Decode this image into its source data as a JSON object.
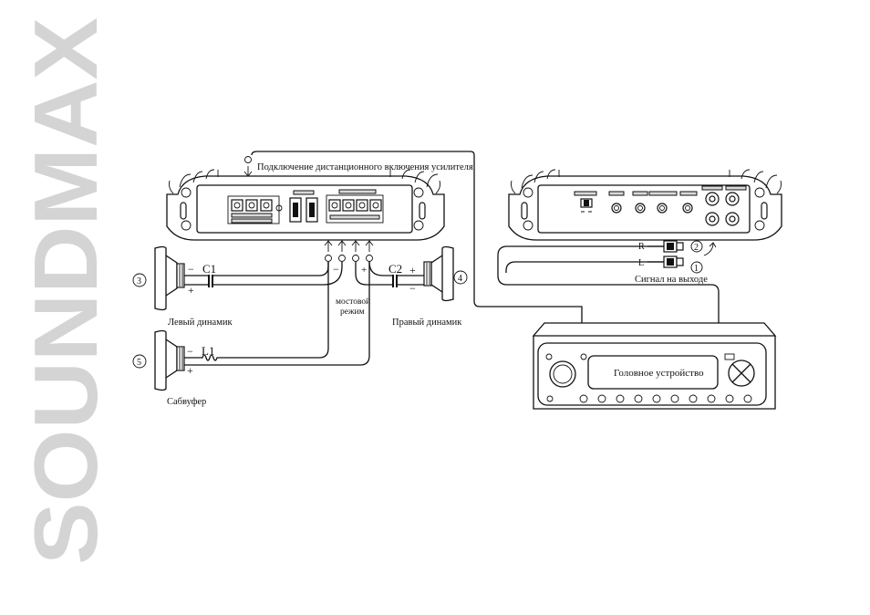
{
  "brand": {
    "text": "SOUNDMAX",
    "color": "#d4d4d4"
  },
  "labels": {
    "remote": "Подключение дистанционного включения усилителя",
    "left_speaker": "Левый динамик",
    "right_speaker": "Правый динамик",
    "subwoofer": "Сабвуфер",
    "bridge_line1": "мостовой",
    "bridge_line2": "режим",
    "signal_out": "Сигнал на выходе",
    "head_unit": "Головное устройство",
    "cap1": "C1",
    "cap2": "C2",
    "inductor": "L1",
    "minus": "−",
    "plus": "+",
    "rca_r": "R",
    "rca_l": "L"
  },
  "callouts": {
    "n3": "3",
    "n4": "4",
    "n5": "5",
    "n1": "1",
    "n2": "2"
  },
  "icons": [
    "speaker-icon",
    "amplifier-icon",
    "head-unit-icon",
    "rca-plug-icon",
    "arrow-up-icon"
  ]
}
